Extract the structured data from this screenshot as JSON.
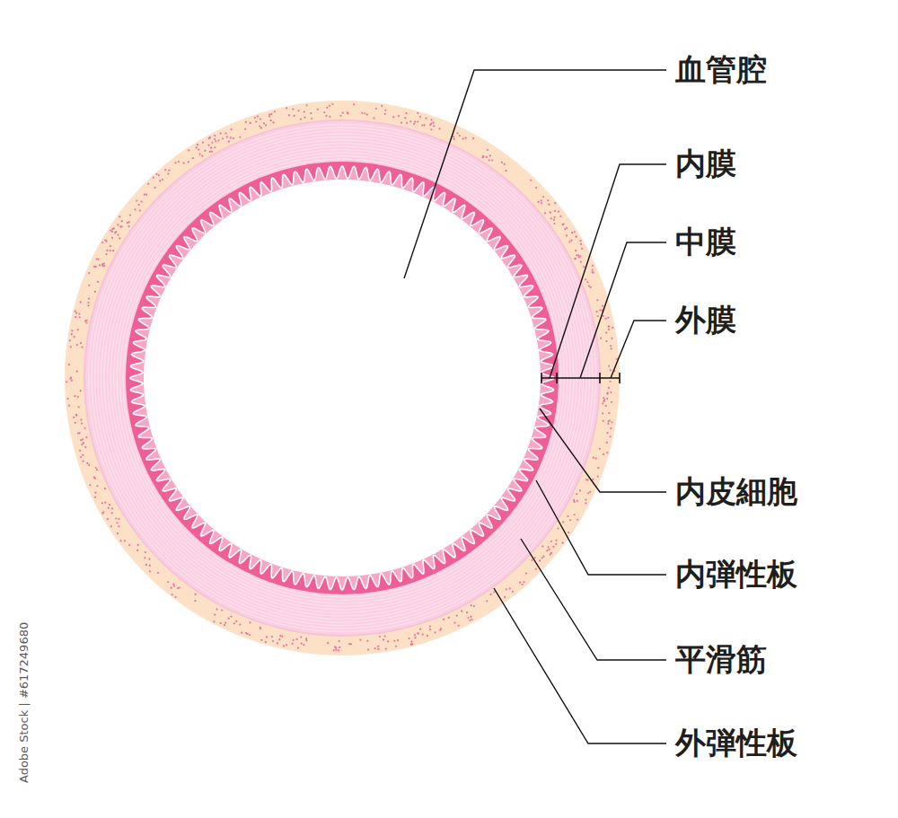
{
  "diagram": {
    "labels": [
      "血管腔",
      "内膜",
      "中膜",
      "外膜",
      "内皮細胞",
      "内弾性板",
      "平滑筋",
      "外弾性板",
      "Adobe Stock | #617249680"
    ]
  }
}
